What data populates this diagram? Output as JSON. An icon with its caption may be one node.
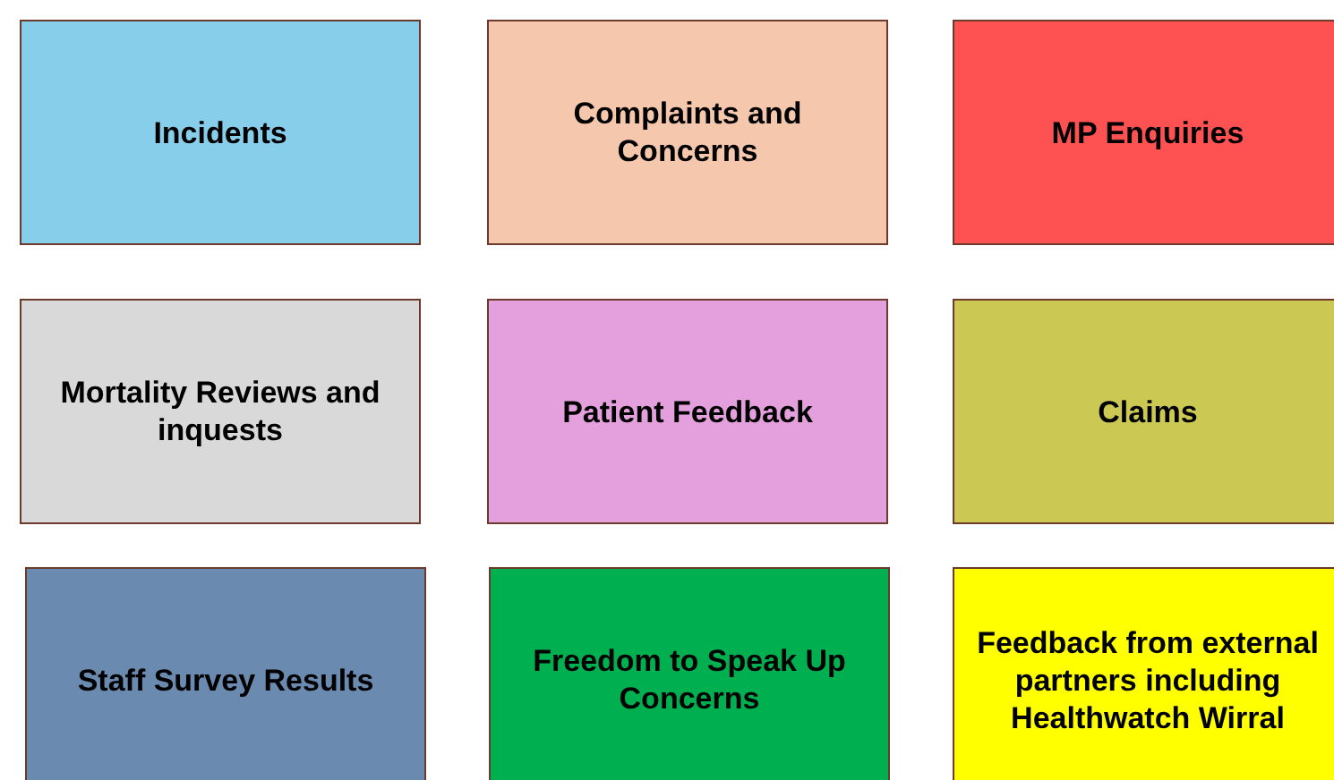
{
  "diagram": {
    "nodes": [
      {
        "text": [
          "Incidents"
        ]
      },
      {
        "text": [
          "Complaints and Concerns"
        ]
      },
      {
        "text": [
          "MP Enquiries"
        ]
      },
      {
        "text": [
          "Mortality Reviews and inquests"
        ]
      },
      {
        "text": [
          "Patient Feedback"
        ]
      },
      {
        "text": [
          "Claims"
        ]
      },
      {
        "text": [
          "Staff Survey Results"
        ]
      },
      {
        "text": [
          "Freedom to Speak Up Concerns"
        ]
      },
      {
        "text": [
          "Feedback from external partners including Healthwatch Wirral"
        ]
      }
    ]
  }
}
